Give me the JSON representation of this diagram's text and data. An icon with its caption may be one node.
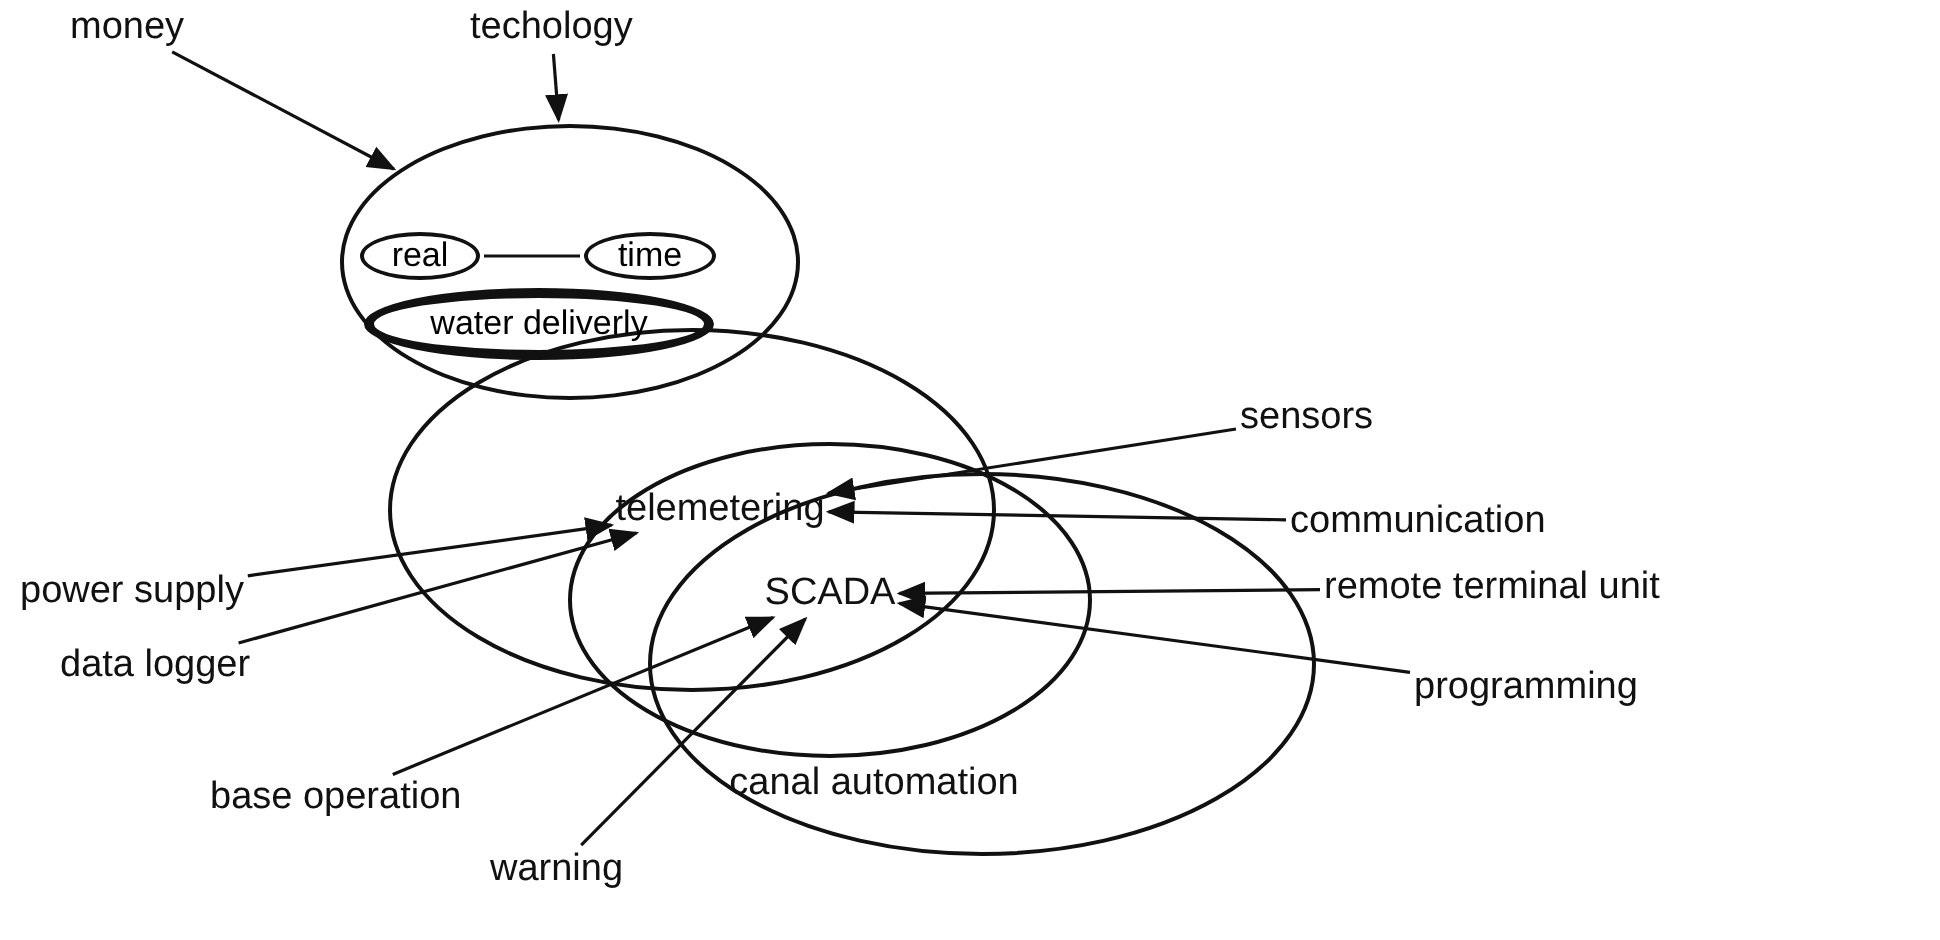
{
  "diagram": {
    "nodes": [
      {
        "text": [
          "money"
        ]
      },
      {
        "text": [
          "techology"
        ]
      },
      {
        "text": [],
        "shape": "ellipse"
      },
      {
        "text": [
          "real"
        ],
        "in": 2
      },
      {
        "text": [
          "time"
        ],
        "in": 2
      },
      {
        "text": [
          "water deliverly"
        ],
        "in": 2
      },
      {
        "text": [
          "telemetering"
        ]
      },
      {
        "text": [
          "SCADA"
        ]
      },
      {
        "text": [
          "canal automation"
        ]
      },
      {
        "text": [
          "sensors"
        ]
      },
      {
        "text": [
          "communication"
        ]
      },
      {
        "text": [
          "power supply"
        ]
      },
      {
        "text": [
          "data logger"
        ]
      },
      {
        "text": [
          "remote terminal unit"
        ]
      },
      {
        "text": [
          "programming"
        ]
      },
      {
        "text": [
          "base operation"
        ]
      },
      {
        "text": [
          "warning"
        ]
      }
    ],
    "edges": [
      {
        "from": 0,
        "to": 2,
        "arrow": "to"
      },
      {
        "from": 1,
        "to": 2,
        "arrow": "to"
      },
      {
        "from": 3,
        "to": 4,
        "arrow": "none"
      },
      {
        "from": 9,
        "to": 6,
        "arrow": "to"
      },
      {
        "from": 10,
        "to": 6,
        "arrow": "to"
      },
      {
        "from": 11,
        "to": 6,
        "arrow": "to"
      },
      {
        "from": 12,
        "to": 6,
        "arrow": "to"
      },
      {
        "from": 13,
        "to": 7,
        "arrow": "to"
      },
      {
        "from": 14,
        "to": 7,
        "arrow": "to"
      },
      {
        "from": 15,
        "to": 7,
        "arrow": "to"
      },
      {
        "from": 16,
        "to": 7,
        "arrow": "to"
      }
    ]
  }
}
